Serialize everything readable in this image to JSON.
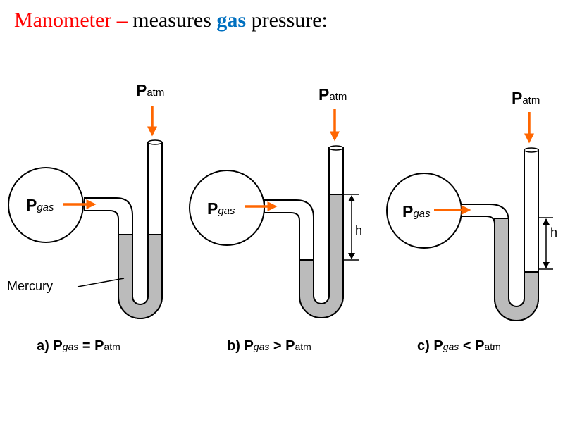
{
  "title": {
    "part1": "Manometer",
    "dash": " – ",
    "part2": "measures ",
    "part3": "gas",
    "part4": " pressure:",
    "colors": {
      "red": "#ff0000",
      "blue": "#0070c0",
      "black": "#000000"
    }
  },
  "diagram": {
    "p_symbol": "P",
    "sub_atm": "atm",
    "sub_gas": "gas",
    "height_label": "h",
    "mercury_label": "Mercury",
    "caption_a": {
      "prefix": "a) ",
      "relation": " = "
    },
    "caption_b": {
      "prefix": "b) ",
      "relation": " > "
    },
    "caption_c": {
      "prefix": "c) ",
      "relation": " < "
    },
    "colors": {
      "arrow": "#ff6600",
      "mercury": "#bbbbbb",
      "outline": "#000000"
    }
  }
}
